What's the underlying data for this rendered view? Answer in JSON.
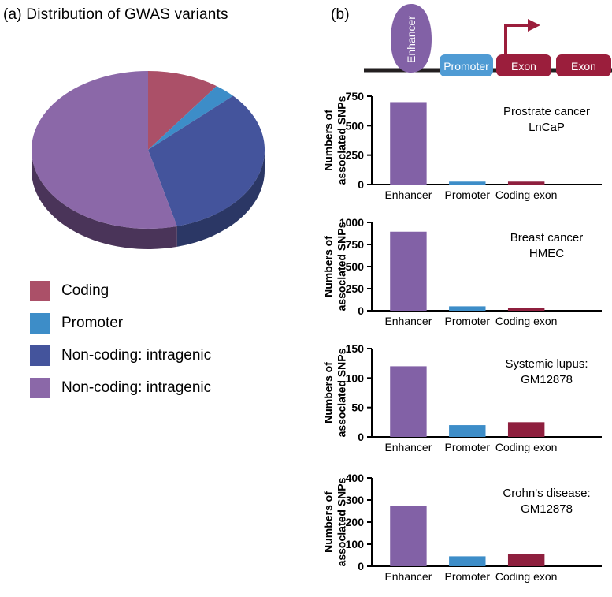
{
  "panel_a": {
    "label": "(a) Distribution of GWAS variants",
    "legend": [
      {
        "label": "Coding",
        "color": "#AB5068"
      },
      {
        "label": "Promoter",
        "color": "#3D8DC8"
      },
      {
        "label": "Non-coding: intragenic",
        "color": "#44549C"
      },
      {
        "label": "Non-coding: intragenic",
        "color": "#8B68A8"
      }
    ]
  },
  "panel_b": {
    "label": "(b)",
    "gene_diagram": {
      "enhancer_label": "Enhancer",
      "promoter_label": "Promoter",
      "exon1_label": "Exon",
      "exon2_label": "Exon",
      "enhancer_color": "#8261A6",
      "promoter_color": "#4F9BD4",
      "exon_color": "#9B1E3C",
      "backbone_color": "#231F20",
      "tss_arrow_color": "#9B1E3C"
    }
  },
  "chart_data": [
    {
      "type": "bar",
      "title": "Prostrate cancer\nLnCaP",
      "annotation_lines": [
        "Prostrate cancer",
        "LnCaP"
      ],
      "ylabel": "Numbers of associated SNPs",
      "ylabel_lines": [
        "Numbers of",
        "associated SNPs"
      ],
      "xlabel": "",
      "categories": [
        "Enhancer",
        "Promoter",
        "Coding exon"
      ],
      "values": [
        700,
        25,
        25
      ],
      "colors": [
        "#8261A6",
        "#3D8DC8",
        "#8E1F3E"
      ],
      "ylim": [
        0,
        750
      ],
      "yticks": [
        0,
        250,
        500,
        750
      ],
      "grid": false
    },
    {
      "type": "bar",
      "title": "Breast cancer\nHMEC",
      "annotation_lines": [
        "Breast cancer",
        "HMEC"
      ],
      "ylabel": "Numbers of associated SNPs",
      "ylabel_lines": [
        "Numbers of",
        "associated SNPs"
      ],
      "xlabel": "",
      "categories": [
        "Enhancer",
        "Promoter",
        "Coding exon"
      ],
      "values": [
        895,
        50,
        30
      ],
      "colors": [
        "#8261A6",
        "#3D8DC8",
        "#8E1F3E"
      ],
      "ylim": [
        0,
        1000
      ],
      "yticks": [
        0,
        250,
        500,
        750,
        1000
      ],
      "grid": false
    },
    {
      "type": "bar",
      "title": "Systemic lupus:\nGM12878",
      "annotation_lines": [
        "Systemic lupus:",
        "GM12878"
      ],
      "ylabel": "Numbers of associated SNPs",
      "ylabel_lines": [
        "Numbers of",
        "associated SNPs"
      ],
      "xlabel": "",
      "categories": [
        "Enhancer",
        "Promoter",
        "Coding exon"
      ],
      "values": [
        120,
        20,
        25
      ],
      "colors": [
        "#8261A6",
        "#3D8DC8",
        "#8E1F3E"
      ],
      "ylim": [
        0,
        150
      ],
      "yticks": [
        0,
        50,
        100,
        150
      ],
      "grid": false
    },
    {
      "type": "bar",
      "title": "Crohn's disease:\nGM12878",
      "annotation_lines": [
        "Crohn's disease:",
        "GM12878"
      ],
      "ylabel": "Numbers of associated SNPs",
      "ylabel_lines": [
        "Numbers of",
        "associated SNPs"
      ],
      "xlabel": "",
      "categories": [
        "Enhancer",
        "Promoter",
        "Coding exon"
      ],
      "values": [
        275,
        45,
        55
      ],
      "colors": [
        "#8261A6",
        "#3D8DC8",
        "#8E1F3E"
      ],
      "ylim": [
        0,
        400
      ],
      "yticks": [
        0,
        100,
        200,
        300,
        400
      ],
      "grid": false
    }
  ],
  "pie_chart": {
    "type": "pie",
    "title": "Distribution of GWAS variants",
    "labels": [
      "Coding",
      "Promoter",
      "Non-coding: intragenic",
      "Non-coding: intragenic"
    ],
    "values": [
      10,
      3,
      33,
      54
    ],
    "colors": [
      "#AB5068",
      "#3D8DC8",
      "#44549C",
      "#8B68A8"
    ],
    "side_colors": [
      "#6E2F3F",
      "#2A5E86",
      "#2B3765",
      "#4A3459"
    ],
    "style": "3d",
    "legend_position": "below"
  }
}
